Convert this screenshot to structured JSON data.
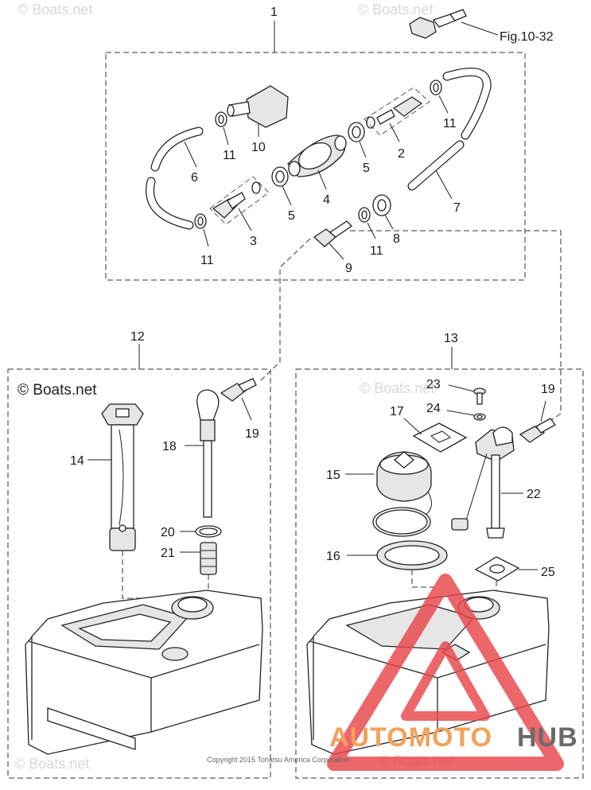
{
  "callouts": {
    "c1": "1",
    "c2": "2",
    "c3": "3",
    "c4": "4",
    "c5a": "5",
    "c5b": "5",
    "c6": "6",
    "c7": "7",
    "c8": "8",
    "c9": "9",
    "c10": "10",
    "c11a": "11",
    "c11b": "11",
    "c11c": "11",
    "c11d": "11",
    "c12": "12",
    "c13": "13",
    "c14": "14",
    "c15": "15",
    "c16": "16",
    "c17": "17",
    "c18": "18",
    "c19a": "19",
    "c19b": "19",
    "c20": "20",
    "c21": "21",
    "c22": "22",
    "c23": "23",
    "c24": "24",
    "c25": "25"
  },
  "fig_reference": "Fig.10-32",
  "watermarks": {
    "boats_net": "© Boats.net",
    "boats_net_faint": "© Boats.net",
    "copyright": "Copyright 2015 Tohatsu America Corporation"
  },
  "brand": {
    "part1": "AUTOMOTO",
    "part2": "HUB",
    "color_primary": "#f2a25b",
    "color_secondary": "#6a6a6a",
    "triangle_color": "#e8464a"
  }
}
